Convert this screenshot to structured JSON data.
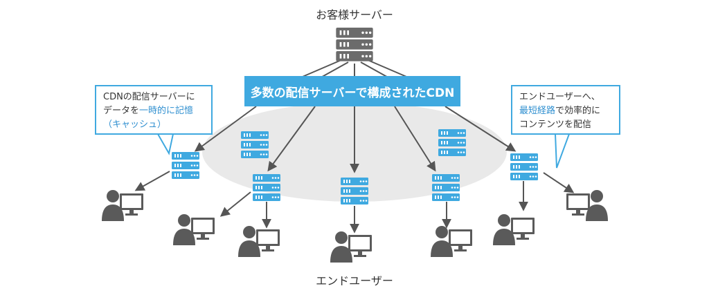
{
  "labels": {
    "origin_server": "お客様サーバー",
    "end_users": "エンドユーザー",
    "cdn_banner": "多数の配信サーバーで構成されたCDN"
  },
  "callout_left": {
    "line1": "CDNの配信サーバーに",
    "line2_pre": "データを",
    "line2_em": "一時的に記憶",
    "line3_em": "（キャッシュ）"
  },
  "callout_right": {
    "line1": "エンドユーザーへ、",
    "line2_em": "最短経路",
    "line2_post": "で効率的に",
    "line3": "コンテンツを配信"
  },
  "icons": {
    "server": "server-stack-icon",
    "user": "user-at-computer-icon"
  },
  "colors": {
    "accent": "#3fa9e0",
    "server_gray": "#6b6b6b",
    "cloud": "#e9e9e9",
    "arrow": "#555555",
    "person": "#5a5a5a"
  }
}
